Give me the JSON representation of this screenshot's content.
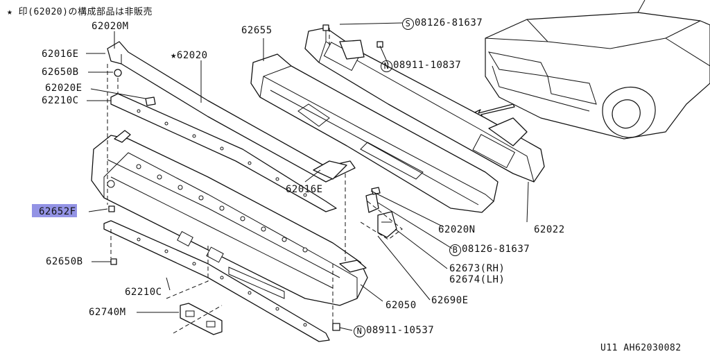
{
  "header": {
    "note": "★ 印(62020)の構成部品は非販売"
  },
  "labels": {
    "p62020M": "62020M",
    "p62016E_top": "62016E",
    "p62650B_top": "62650B",
    "p62020E": "62020E",
    "p62210C_top": "62210C",
    "p62020": "★62020",
    "p62655": "62655",
    "p62016E_mid": "62016E",
    "p62652F": "62652F",
    "p62650B_bot": "62650B",
    "p62210C_bot": "62210C",
    "p62740M": "62740M",
    "p62020N": "62020N",
    "p62022": "62022",
    "p62050": "62050",
    "p62690E": "62690E",
    "p62673": "62673(RH)",
    "p62674": "62674(LH)"
  },
  "fasteners": {
    "s_prefix": "S",
    "s_number": "08126-81637",
    "n1_prefix": "N",
    "n1_number": "08911-10837",
    "b_prefix": "B",
    "b_number": "08126-81637",
    "n2_prefix": "N",
    "n2_number": "08911-10537"
  },
  "footer": {
    "code": "U11  AH62030082"
  },
  "colors": {
    "highlight": "#8080e0",
    "line": "#111111",
    "background": "#ffffff"
  }
}
